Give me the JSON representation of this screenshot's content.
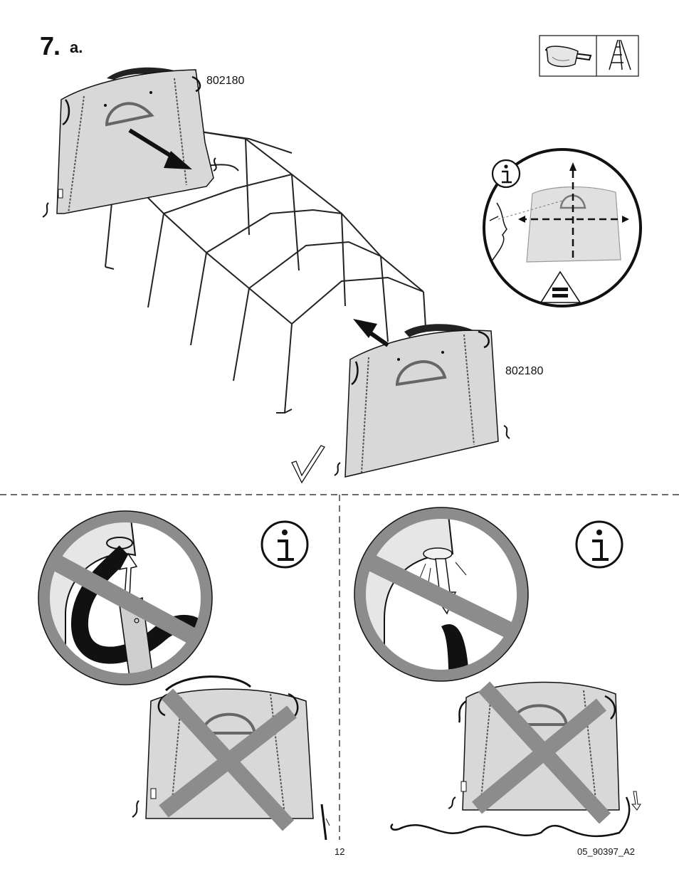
{
  "header": {
    "step_number": "7.",
    "step_sub": "a."
  },
  "tools": {
    "icons": [
      "safety-glasses-icon",
      "stepladder-icon"
    ]
  },
  "parts": {
    "top_part_number": "802180",
    "bottom_part_number": "802180"
  },
  "footer": {
    "page_number": "12",
    "doc_code": "05_90397_A2"
  },
  "colors": {
    "panel_fill": "#d8d8d8",
    "prohibition_gray": "#8c8c8c",
    "line": "#111111"
  }
}
